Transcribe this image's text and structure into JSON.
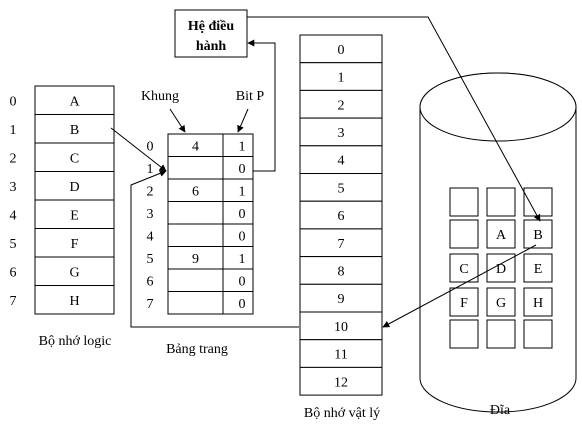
{
  "os": {
    "line1": "Hệ điều",
    "line2": "hành"
  },
  "logical_memory": {
    "label": "Bộ nhớ logic",
    "indices": [
      "0",
      "1",
      "2",
      "3",
      "4",
      "5",
      "6",
      "7"
    ],
    "pages": [
      "A",
      "B",
      "C",
      "D",
      "E",
      "F",
      "G",
      "H"
    ]
  },
  "page_table": {
    "label": "Bảng trang",
    "frame_header": "Khung",
    "bit_header": "Bit P",
    "indices": [
      "0",
      "1",
      "2",
      "3",
      "4",
      "5",
      "6",
      "7"
    ],
    "frames": [
      "4",
      "",
      "6",
      "",
      "",
      "9",
      "",
      ""
    ],
    "bits": [
      "1",
      "0",
      "1",
      "0",
      "0",
      "1",
      "0",
      "0"
    ]
  },
  "physical_memory": {
    "label": "Bộ nhớ vật lý",
    "frames": [
      "0",
      "1",
      "2",
      "3",
      "4",
      "5",
      "6",
      "7",
      "8",
      "9",
      "10",
      "11",
      "12"
    ]
  },
  "disk": {
    "label": "Đĩa",
    "grid": [
      [
        "",
        "",
        ""
      ],
      [
        "",
        "A",
        "B"
      ],
      [
        "C",
        "D",
        "E"
      ],
      [
        "F",
        "G",
        "H"
      ],
      [
        "",
        "",
        ""
      ]
    ]
  }
}
